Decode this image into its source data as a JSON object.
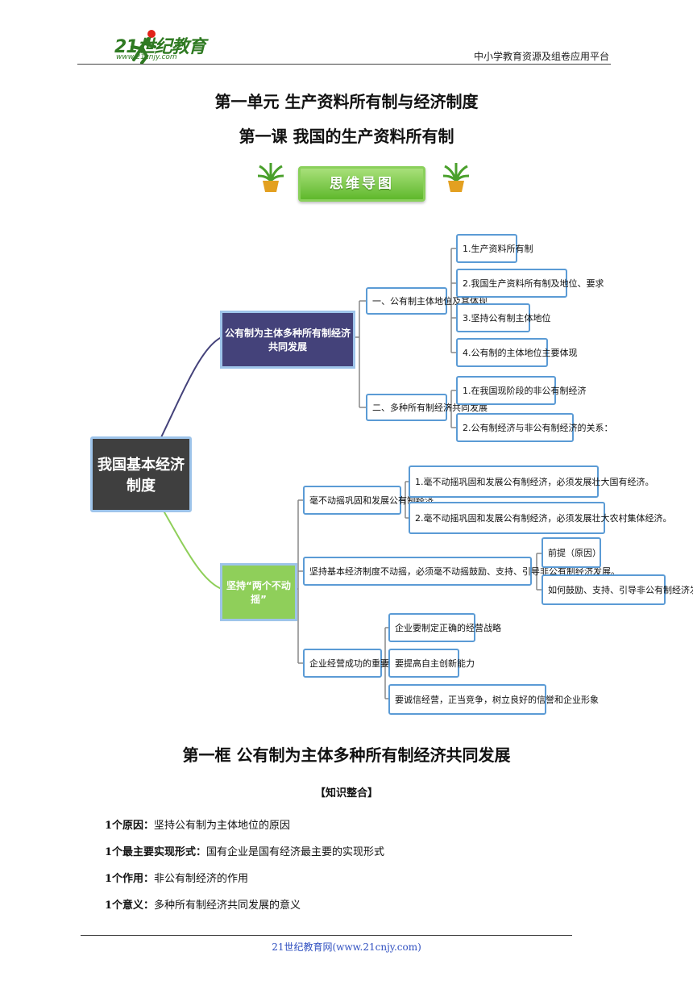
{
  "header": {
    "logo_text": "21世纪教育",
    "logo_url_text": "www.21cnjy.com",
    "tagline": "中小学教育资源及组卷应用平台"
  },
  "titles": {
    "unit": "第一单元  生产资料所有制与经济制度",
    "lesson": "第一课  我国的生产资料所有制",
    "mindmap_banner": "思维导图"
  },
  "mindmap": {
    "root": "我国基本经济制度",
    "branch1": {
      "label": "公有制为主体多种所有制经济共同发展",
      "sub1": {
        "label": "一、公有制主体地位及其体现",
        "items": [
          "1.生产资料所有制",
          "2.我国生产资料所有制及地位、要求",
          "3.坚持公有制主体地位",
          "4.公有制的主体地位主要体现"
        ]
      },
      "sub2": {
        "label": "二、多种所有制经济共同发展",
        "items": [
          "1.在我国现阶段的非公有制经济",
          "2.公有制经济与非公有制经济的关系："
        ]
      }
    },
    "branch2": {
      "label": "坚持“两个不动摇”",
      "sub1": {
        "label": "毫不动摇巩固和发展公有制经济",
        "items": [
          "1.毫不动摇巩固和发展公有制经济，必须发展壮大国有经济。",
          "2.毫不动摇巩固和发展公有制经济，必须发展壮大农村集体经济。"
        ]
      },
      "sub2": {
        "label": "坚持基本经济制度不动摇，必须毫不动摇鼓励、支持、引导非公有制经济发展。",
        "items": [
          "前提（原因）",
          "如何鼓励、支持、引导非公有制经济发展"
        ]
      },
      "sub3": {
        "label": "企业经营成功的重要因素",
        "items": [
          "企业要制定正确的经营战略",
          "要提高自主创新能力",
          "要诚信经营，正当竞争，树立良好的信誉和企业形象"
        ]
      }
    }
  },
  "frame": {
    "title": "第一框  公有制为主体多种所有制经济共同发展",
    "section": "【知识整合】",
    "points": [
      {
        "label": "1个原因：",
        "text": "坚持公有制为主体地位的原因"
      },
      {
        "label": "1个最主要实现形式：",
        "text": "国有企业是国有经济最主要的实现形式"
      },
      {
        "label": "1个作用：",
        "text": "非公有制经济的作用"
      },
      {
        "label": "1个意义：",
        "text": "多种所有制经济共同发展的意义"
      }
    ]
  },
  "footer": {
    "text": "21世纪教育网(www.21cnjy.com)"
  },
  "colors": {
    "branch1_fill": "#44427a",
    "branch2_fill": "#8fcf5a",
    "root_fill": "#3f3f3f",
    "node_border": "#5b9bd5",
    "banner_green": "#5fb82c"
  }
}
